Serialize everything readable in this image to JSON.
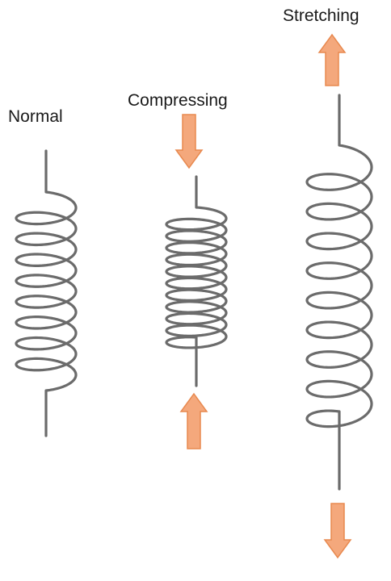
{
  "labels": {
    "normal": "Normal",
    "compressing": "Compressing",
    "stretching": "Stretching"
  },
  "colors": {
    "spring": "#6b6b6b",
    "arrow_fill": "#f4a87c",
    "arrow_stroke": "#e8894f",
    "text": "#1a1a1a"
  }
}
